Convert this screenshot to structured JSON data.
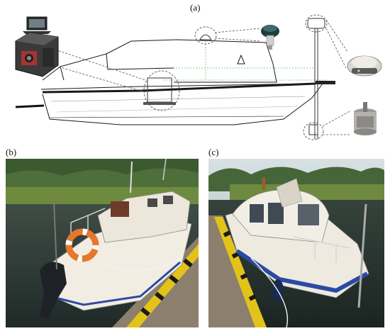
{
  "labels": {
    "a": "(a)",
    "b": "(b)",
    "c": "(c)"
  },
  "colors": {
    "hull_line": "#1a1a1a",
    "green_line": "#6bbf6b",
    "dash_line": "#555555",
    "hull_paint": "#f1ede3",
    "water": "#2e3a3a",
    "trees": "#3c5a30",
    "lifebuoy": "#e8772e",
    "dock_yellow": "#e3c21a",
    "hull_stripe": "#2b4aa3"
  },
  "icons": [
    "laptop-icon",
    "sonar-box-icon",
    "gnss-antenna-icon",
    "gps-dome-icon",
    "transducer-icon"
  ]
}
